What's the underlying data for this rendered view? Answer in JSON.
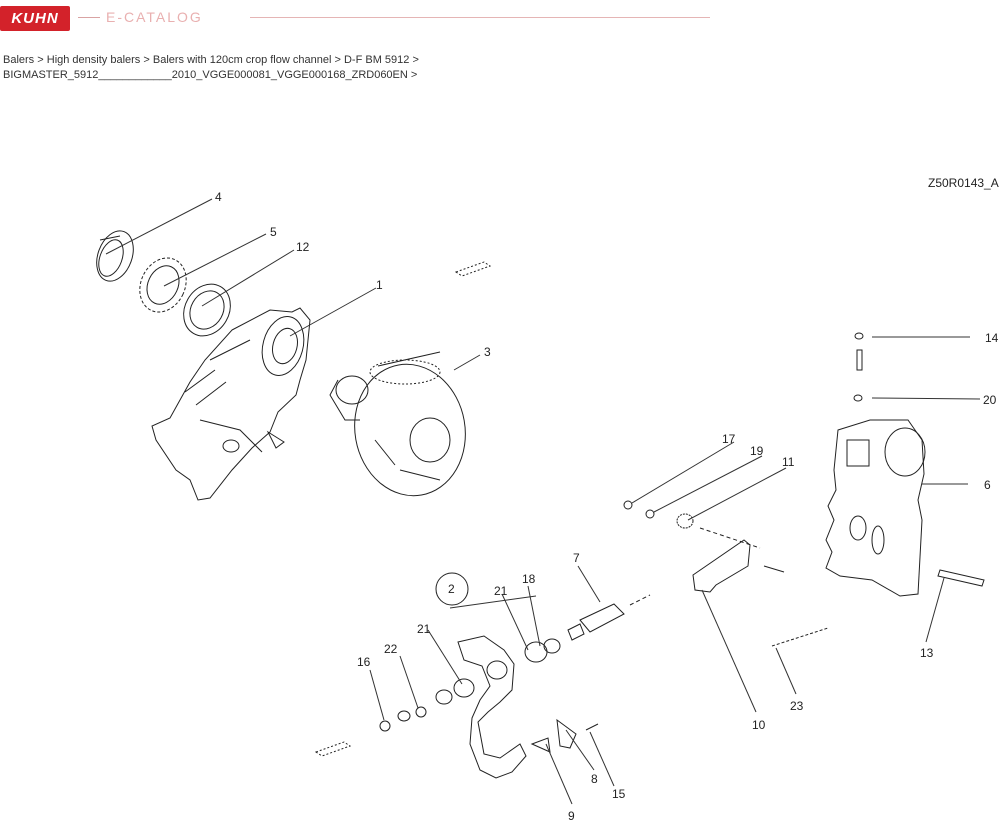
{
  "header": {
    "logo_text": "KUHN",
    "catalog_label": "E-CATALOG",
    "brand_color": "#d3222a"
  },
  "breadcrumb": {
    "items": [
      "Balers",
      "High density balers",
      "Balers with 120cm crop flow channel",
      "D-F BM 5912",
      "BIGMASTER_5912____________2010_VGGE000081_VGGE000168_ZRD060EN"
    ],
    "separator": ">"
  },
  "diagram": {
    "reference_code": "Z50R0143_A",
    "callouts": [
      "4",
      "5",
      "12",
      "1",
      "3",
      "14",
      "20",
      "17",
      "19",
      "11",
      "6",
      "7",
      "18",
      "2",
      "21",
      "21",
      "22",
      "16",
      "13",
      "23",
      "10",
      "15",
      "8",
      "9"
    ]
  }
}
